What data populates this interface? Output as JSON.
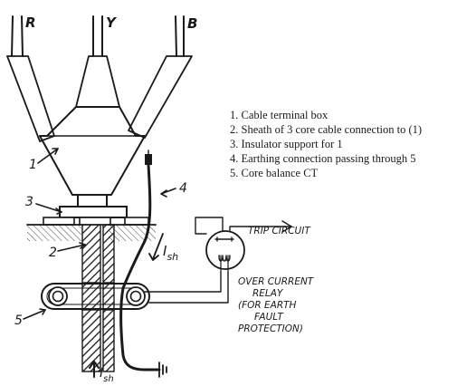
{
  "phase_labels": {
    "r": "R",
    "y": "Y",
    "b": "B"
  },
  "part_numbers": {
    "n1": "1",
    "n2": "2",
    "n3": "3",
    "n4": "4",
    "n5": "5"
  },
  "current_labels": {
    "sheath_current": {
      "base": "I",
      "sub": "sh"
    },
    "bottom_current": {
      "base": "I",
      "sub": "sh"
    }
  },
  "relay_labels": {
    "trip_circuit": "TRIP CIRCUIT",
    "relay_line1": "OVER CURRENT",
    "relay_line2": "RELAY",
    "relay_line3": "(FOR EARTH",
    "relay_line4": "FAULT",
    "relay_line5": "PROTECTION)"
  },
  "legend": [
    "1. Cable terminal box",
    "2. Sheath of 3 core cable connection to (1)",
    "3. Insulator support for 1",
    "4. Earthing connection passing through 5",
    "5. Core balance CT"
  ]
}
